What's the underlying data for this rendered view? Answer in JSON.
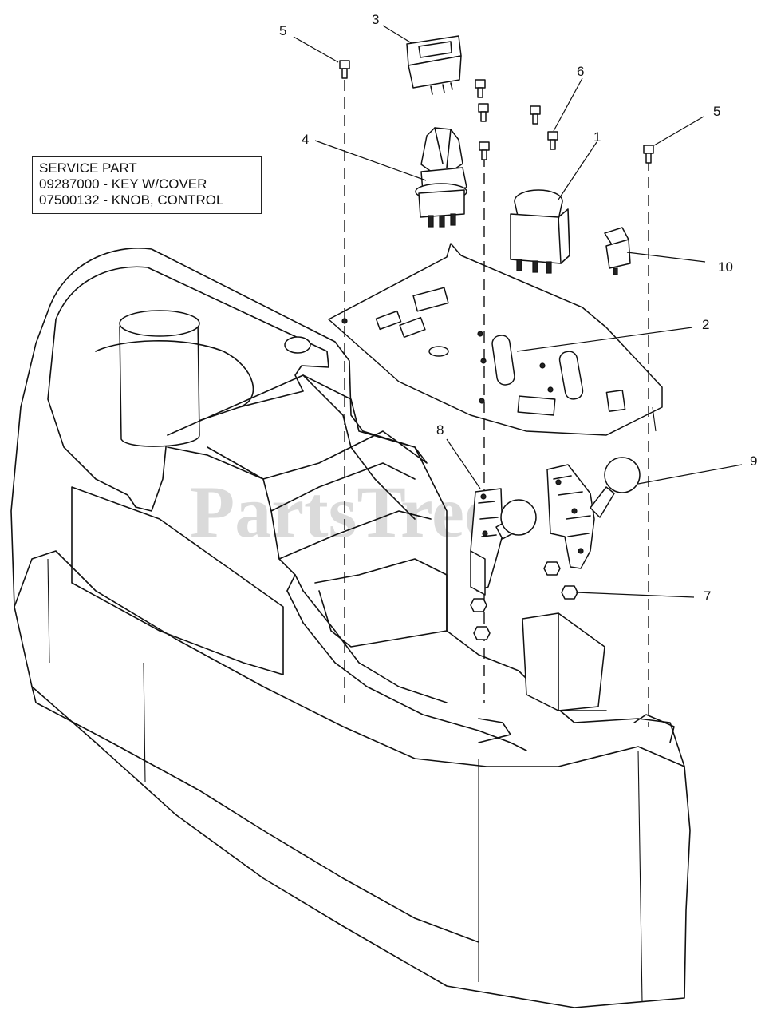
{
  "service_part": {
    "title": "SERVICE PART",
    "line1": "09287000 - KEY W/COVER",
    "line2": "07500132 - KNOB, CONTROL"
  },
  "watermark": "PartsTree",
  "callouts": {
    "c1": "1",
    "c2": "2",
    "c3": "3",
    "c4": "4",
    "c5a": "5",
    "c5b": "5",
    "c6": "6",
    "c7": "7",
    "c8": "8",
    "c9": "9",
    "c10": "10"
  }
}
